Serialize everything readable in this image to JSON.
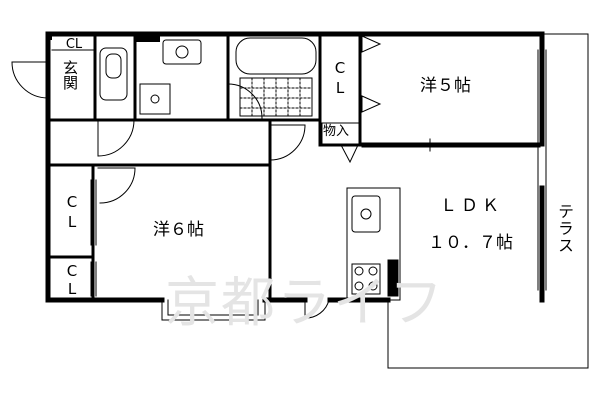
{
  "labels": {
    "closet": "C\nL",
    "closet_inline": "CL",
    "entrance": "玄関",
    "room_west_5": "洋５帖",
    "room_west_6": "洋６帖",
    "storage": "物入",
    "ldk_name": "ＬＤＫ",
    "ldk_size": "１０．７帖",
    "terrace": "テラス"
  },
  "watermark": "京都ライフ"
}
